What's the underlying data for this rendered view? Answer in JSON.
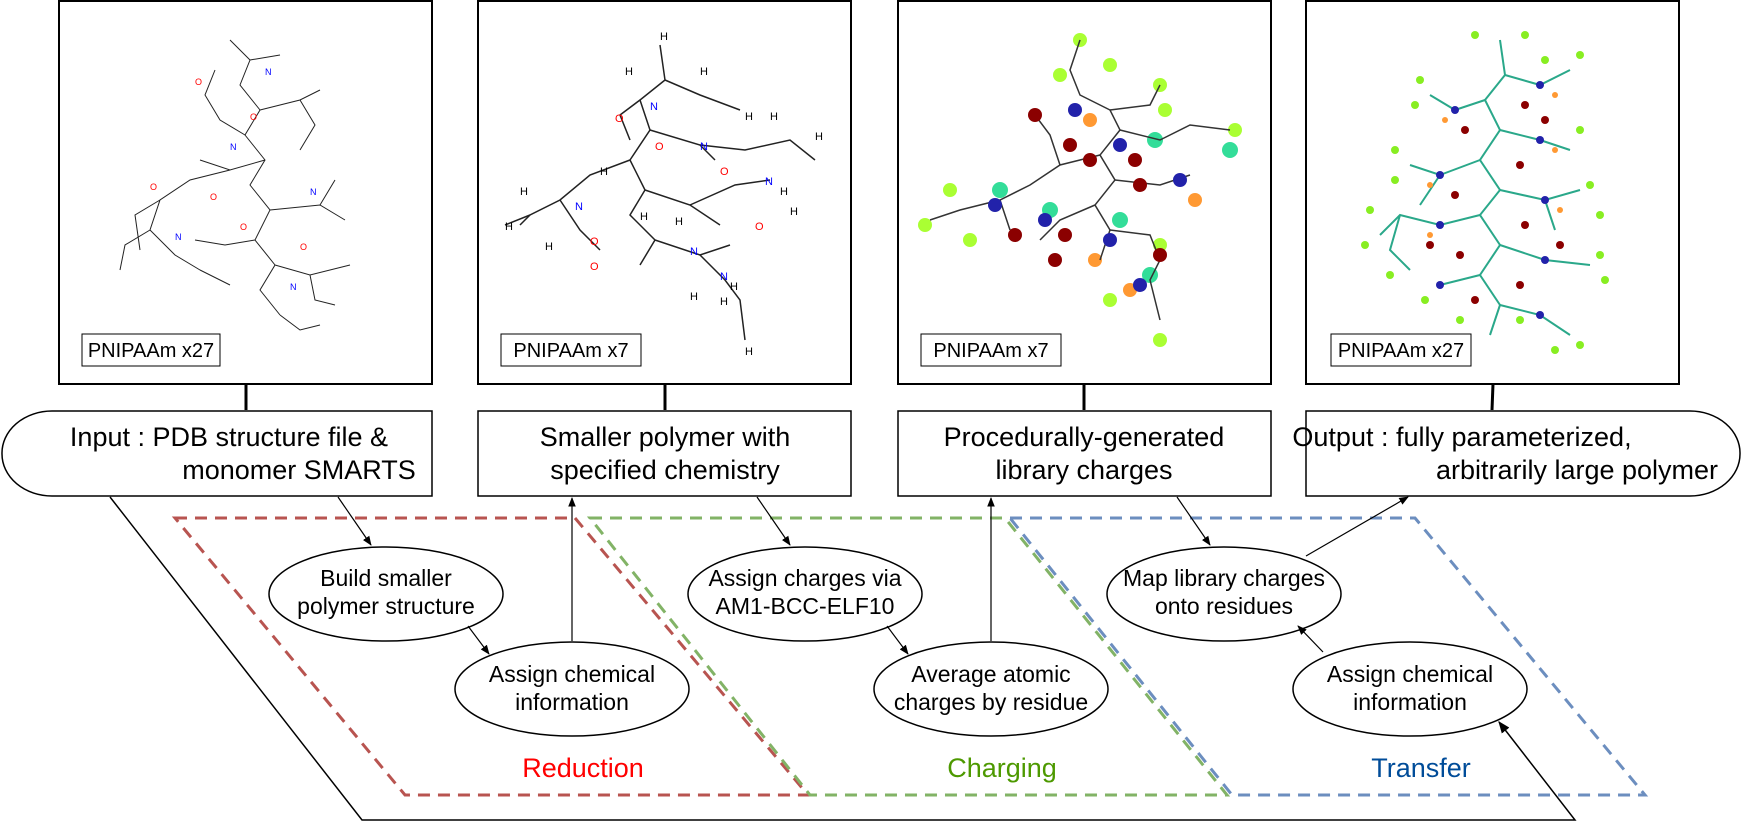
{
  "panels": [
    {
      "caption": "PNIPAAm x27"
    },
    {
      "caption": "PNIPAAm x7"
    },
    {
      "caption": "PNIPAAm x7"
    },
    {
      "caption": "PNIPAAm x27"
    }
  ],
  "boxes": {
    "input_line1": "Input : PDB structure file &",
    "input_line2": "monomer SMARTS",
    "smaller_line1": "Smaller polymer with",
    "smaller_line2": "specified chemistry",
    "library_line1": "Procedurally-generated",
    "library_line2": "library charges",
    "output_line1": "Output : fully parameterized,",
    "output_line2": "arbitrarily large polymer"
  },
  "steps": {
    "build_line1": "Build smaller",
    "build_line2": "polymer structure",
    "assign1_line1": "Assign chemical",
    "assign1_line2": "information",
    "charges_line1": "Assign charges via",
    "charges_line2": "AM1-BCC-ELF10",
    "average_line1": "Average atomic",
    "average_line2": "charges by residue",
    "map_line1": "Map library charges",
    "map_line2": "onto residues",
    "assign2_line1": "Assign chemical",
    "assign2_line2": "information"
  },
  "stages": {
    "reduction": "Reduction",
    "charging": "Charging",
    "transfer": "Transfer"
  },
  "colors": {
    "reduction": "#b85450",
    "charging": "#82b366",
    "transfer": "#6c8ebf",
    "reduction_label": "#ff0000",
    "charging_label": "#4d9900",
    "transfer_label": "#004c99"
  }
}
